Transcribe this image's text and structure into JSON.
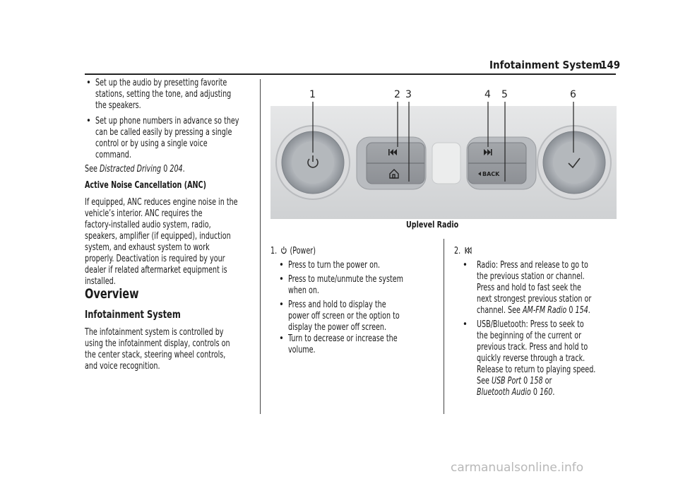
{
  "header": {
    "title": "Infotainment System",
    "page_number": "149"
  },
  "left_column": {
    "bullets": [
      [
        "Set up the audio by presetting favorite",
        "stations, setting the tone, and adjusting",
        "the speakers."
      ],
      [
        "Set up phone numbers in advance so they",
        "can be called easily by pressing a single",
        "control or by using a single voice",
        "command."
      ]
    ],
    "see_line": {
      "prefix": "See ",
      "link": "Distracted Driving",
      "arrow": "0",
      "page": "204",
      "suffix": "."
    },
    "anc_heading": "Active Noise Cancellation (ANC)",
    "anc_paragraph": [
      "If equipped, ANC reduces engine noise in the",
      "vehicle’s interior. ANC requires the",
      "factory-installed audio system, radio,",
      "speakers, amplifier (if equipped), induction",
      "system, and exhaust system to work",
      "properly. Deactivation is required by your",
      "dealer if related aftermarket equipment is",
      "installed."
    ],
    "overview_heading": "Overview",
    "infotainment_heading": "Infotainment System",
    "infotainment_paragraph": [
      "The infotainment system is controlled by",
      "using the infotainment display, controls on",
      "the center stack, steering wheel controls,",
      "and voice recognition."
    ]
  },
  "figure": {
    "callouts": [
      "1",
      "2",
      "3",
      "4",
      "5",
      "6"
    ],
    "back_label": "BACK",
    "caption": "Uplevel Radio"
  },
  "item1": {
    "number": "1.",
    "label": "(Power)",
    "bullets": [
      [
        "Press to turn the power on."
      ],
      [
        "Press to mute/unmute the system",
        "when on."
      ],
      [
        "Press and hold to display the",
        "power off screen or the option to",
        "display the power off screen."
      ],
      [
        "Turn to decrease or increase the",
        "volume."
      ]
    ]
  },
  "item2": {
    "number": "2.",
    "bullet1": {
      "lines": [
        "Radio: Press and release to go to",
        "the previous station or channel.",
        "Press and hold to fast seek the",
        "next strongest previous station or"
      ],
      "last_prefix": "channel. See ",
      "link": "AM-FM Radio",
      "arrow": "0",
      "page": "154",
      "suffix": "."
    },
    "bullet2": {
      "lines": [
        "USB/Bluetooth: Press to seek to",
        "the beginning of the current or",
        "previous track. Press and hold to",
        "quickly reverse through a track.",
        "Release to return to playing speed."
      ],
      "ref1": {
        "prefix": "See ",
        "link": "USB Port",
        "arrow": "0",
        "page": "158",
        "suffix": " or"
      },
      "ref2": {
        "link": "Bluetooth Audio",
        "arrow": "0",
        "page": "160",
        "suffix": "."
      }
    }
  },
  "watermark": "carmanualsonline.info"
}
